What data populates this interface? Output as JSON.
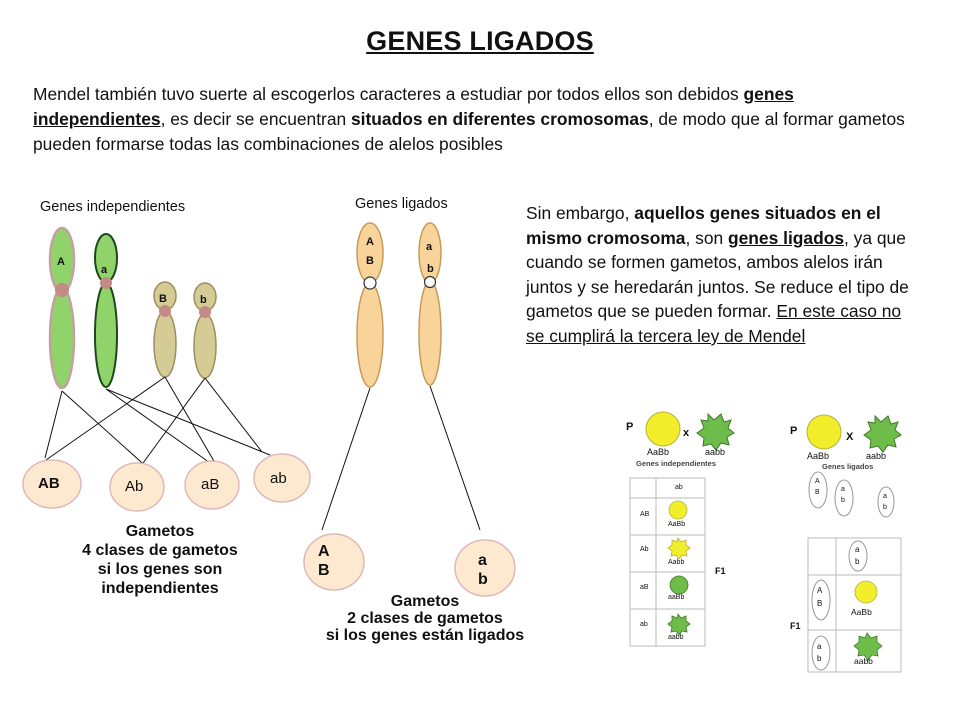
{
  "title": "GENES LIGADOS",
  "intro": {
    "p1": "Mendel también tuvo suerte al escogerlos caracteres a estudiar por todos ellos son debidos ",
    "p2_underline_bold": "genes independientes",
    "p3": ", es decir se encuentran ",
    "p4_bold": "situados en diferentes cromosomas",
    "p5": ", de modo que al formar gametos pueden formarse todas las combinaciones de alelos posibles"
  },
  "side_text": {
    "s1": "Sin embargo, ",
    "s2_bold": "aquellos genes situados en el mismo cromosoma",
    "s3": ", son ",
    "s4_bold_underline": "genes ligados",
    "s5": ", ya que cuando se formen gametos, ambos alelos irán juntos y se heredarán juntos. Se reduce el tipo de gametos que se pueden formar. ",
    "s6_underline": "En este caso no se cumplirá la tercera ley de Mendel"
  },
  "independent": {
    "heading": "Genes independientes",
    "chromosome_labels": [
      "A",
      "a",
      "B",
      "b"
    ],
    "gametes": [
      "AB",
      "Ab",
      "aB",
      "ab"
    ],
    "summary": [
      "Gametos",
      "4 clases de gametos",
      "si los genes son",
      "independientes"
    ]
  },
  "linked": {
    "heading": "Genes ligados",
    "chromosome_labels": [
      "A",
      "B",
      "a",
      "b"
    ],
    "gametes": [
      [
        "A",
        "B"
      ],
      [
        "a",
        "b"
      ]
    ],
    "summary": [
      "Gametos",
      "2 clases de gametos",
      "si los genes están ligados"
    ]
  },
  "cross_left": {
    "p_label": "P",
    "x_label": "x",
    "parents": [
      "AaBb",
      "aabb"
    ],
    "caption": "Genes independientes",
    "header_gamete": "ab",
    "rows": [
      {
        "gamete": "AB",
        "result": "AaBb"
      },
      {
        "gamete": "Ab",
        "result": "Aabb"
      },
      {
        "gamete": "aB",
        "result": "aaBb"
      },
      {
        "gamete": "ab",
        "result": "aabb"
      }
    ],
    "f1_label": "F1"
  },
  "cross_right": {
    "p_label": "P",
    "x_label": "X",
    "parents": [
      "AaBb",
      "aabb"
    ],
    "caption": "Genes ligados",
    "gametes_top": [
      [
        "A",
        "B"
      ],
      [
        "a",
        "b"
      ],
      [
        "a",
        "b"
      ]
    ],
    "header_gamete": [
      "a",
      "b"
    ],
    "rows": [
      {
        "gamete": [
          "A",
          "B"
        ],
        "result": "AaBb"
      },
      {
        "gamete": [
          "a",
          "b"
        ],
        "result": "aabb"
      }
    ],
    "f1_label": "F1"
  },
  "colors": {
    "green_chromosome": "#8fd36a",
    "tan_chromosome": "#d5cc95",
    "linked_chromosome": "#f8d49a",
    "centromere_pink": "#c58a86",
    "gamete_fill": "#fde9cf",
    "gamete_border": "#e0b8b8",
    "pea_yellow": "#f3ee2b",
    "pea_green": "#6ebd4a"
  }
}
